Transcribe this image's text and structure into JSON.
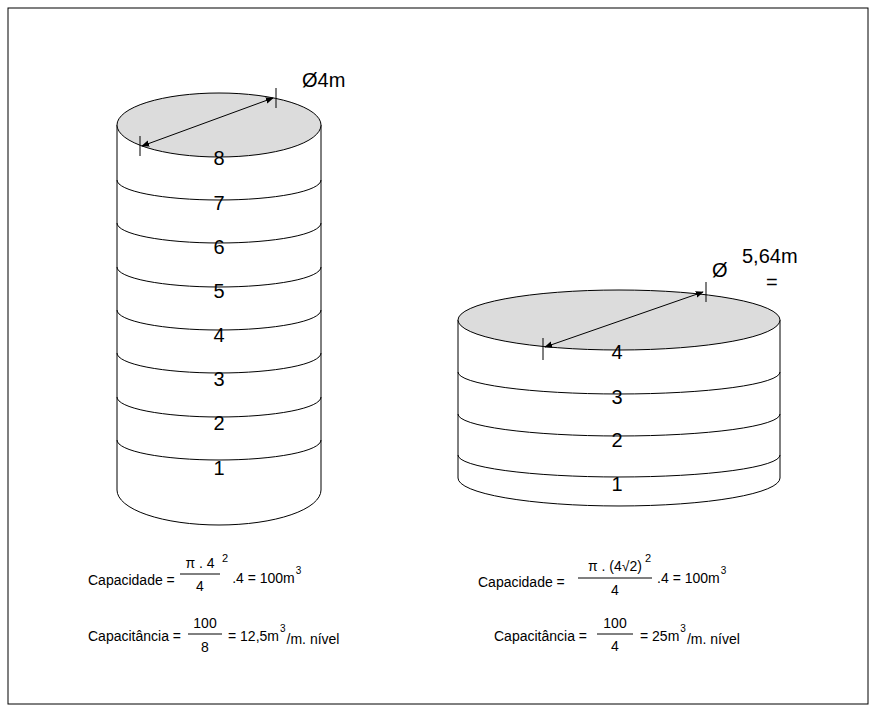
{
  "diagram": {
    "labels": [
      "Ø4m",
      "8",
      "7",
      "6",
      "5",
      "4",
      "3",
      "2",
      "1",
      "Ø",
      "5,64m",
      "=",
      "4",
      "3",
      "2",
      "1",
      "Capacidade =",
      "π . 4",
      "4",
      "2",
      ".4 = 100m",
      "3",
      "Capacitância =",
      "100",
      "8",
      "= 12,5m",
      "3",
      "/m. nível",
      "Capacidade =",
      "π . (4√2)",
      "2",
      "4",
      ".4 = 100m",
      "3",
      "Capacitância =",
      "100",
      "4",
      "= 25m",
      "3",
      "/m. nível"
    ]
  }
}
